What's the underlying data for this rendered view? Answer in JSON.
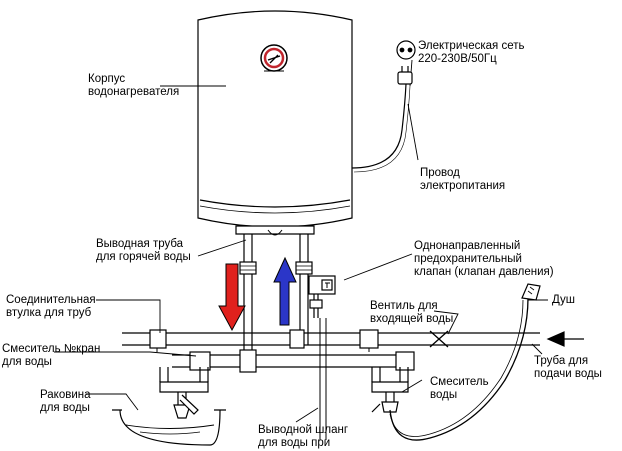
{
  "labels": {
    "tank_body": "Корпус\nводонагревателя",
    "power_grid": "Электрическая сеть\n220-230В/50Гц",
    "power_cable": "Провод\nэлектропитания",
    "hot_outlet": "Выводная труба\nдля горячей воды",
    "check_valve": "Однонаправленный\nпредохранительный\nклапан (клапан давления)",
    "connector": "Соединительная\nвтулка для труб",
    "inlet_valve": "Вентиль для\nвходящей воды",
    "shower": "Душ",
    "mixer_tap": "Смеситель №кран\nдля воды",
    "supply_pipe": "Труба для\nподачи воды",
    "sink": "Раковина\nдля воды",
    "mixer": "Смеситель\nводы",
    "drain_hose": "Выводной шланг\nдля воды при"
  },
  "colors": {
    "hot_arrow": "#e0211d",
    "cold_arrow": "#2b36c8",
    "line": "#000000"
  },
  "icons": {
    "thermometer": "thermometer-gauge-icon",
    "socket": "power-socket-icon",
    "plug": "power-plug-icon"
  }
}
